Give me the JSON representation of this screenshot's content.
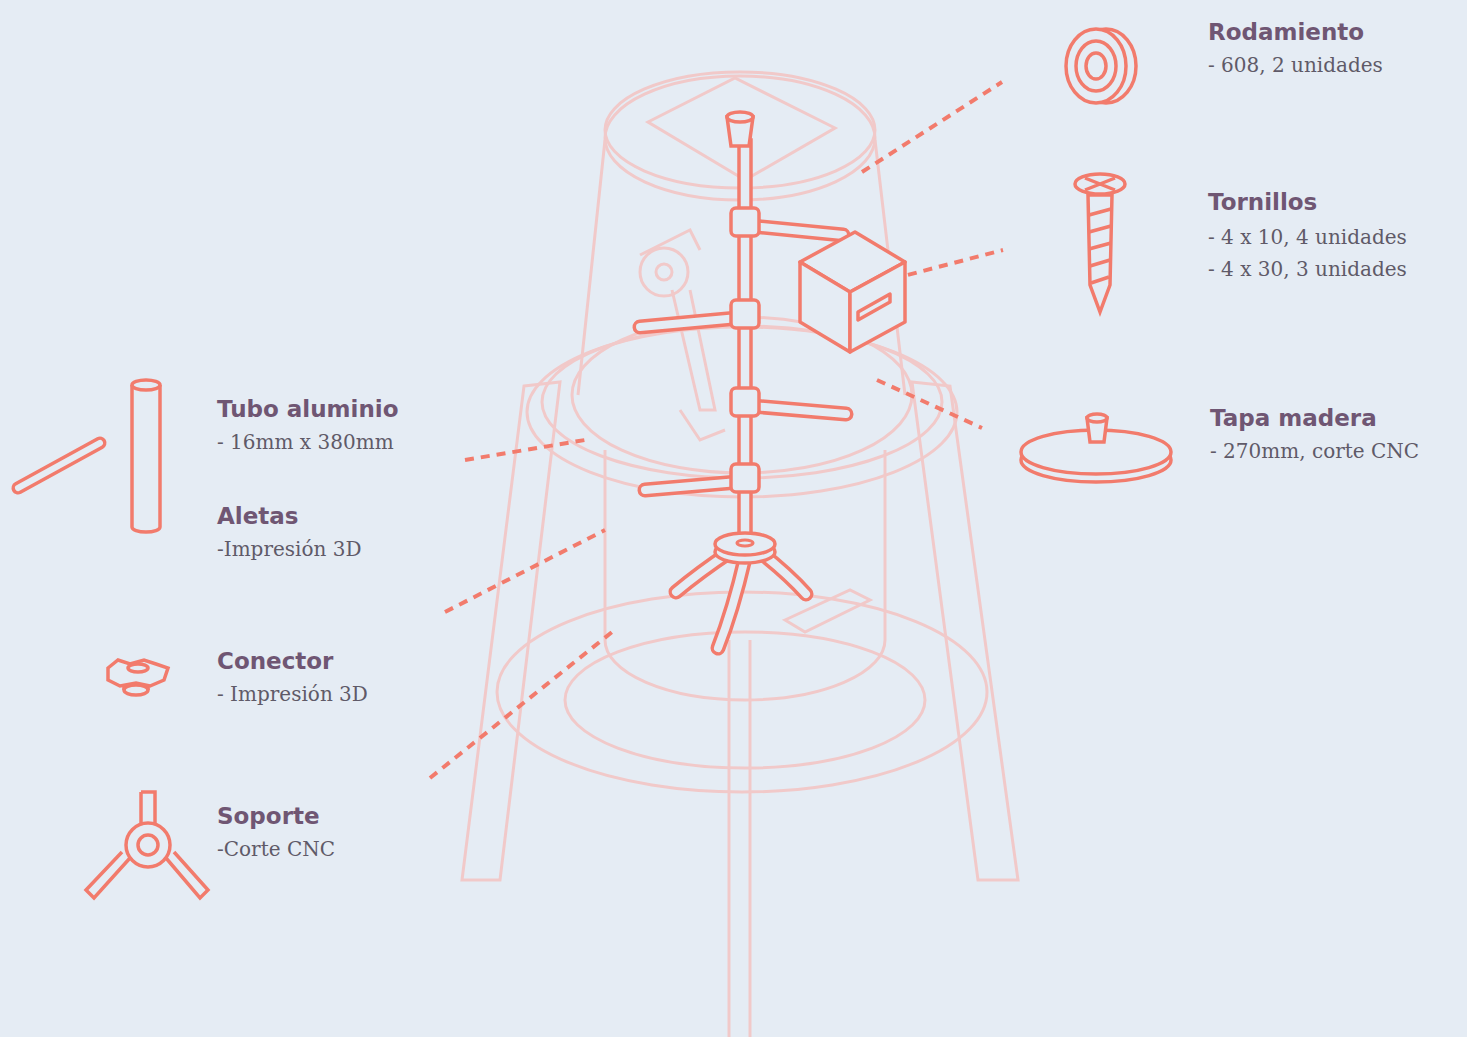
{
  "diagram": {
    "labels": [
      "Rodamiento",
      "- 608, 2 unidades",
      "Tornillos",
      "- 4 x 10, 4 unidades",
      "- 4 x 30, 3 unidades",
      "Tapa madera",
      "- 270mm, corte CNC",
      "Tubo aluminio",
      "- 16mm x 380mm",
      "Aletas",
      "-Impresión 3D",
      "Conector",
      "- Impresión 3D",
      "Soporte",
      "-Corte CNC"
    ]
  }
}
